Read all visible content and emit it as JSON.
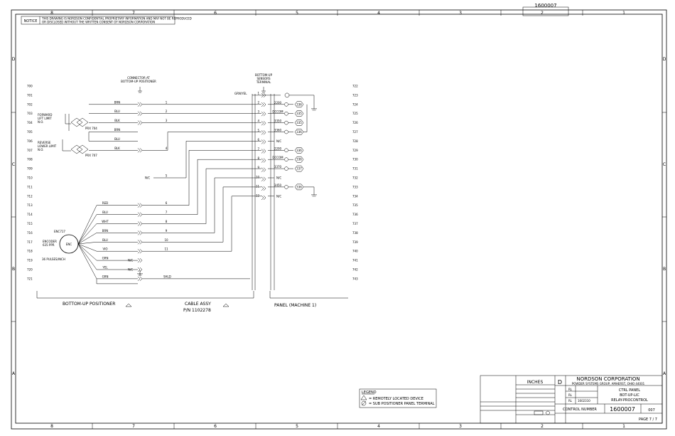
{
  "border": {
    "cols_top": [
      "8",
      "7",
      "6",
      "5",
      "4",
      "3",
      "2",
      "1"
    ],
    "cols_bottom": [
      "8",
      "7",
      "6",
      "5",
      "4",
      "3",
      "2",
      "1"
    ],
    "rows_left": [
      "D",
      "C",
      "B",
      "A"
    ],
    "rows_right": [
      "D",
      "C",
      "B",
      "A"
    ],
    "top_tab": "1600007"
  },
  "notice": {
    "label": "NOTICE",
    "text1": "THIS DRAWING IS NORDSON CONFIDENTIAL PROPRIETARY INFORMATION AND MAY NOT BE REPRODUCED",
    "text2": "OR DISCLOSED WITHOUT THE WRITTEN CONSENT OF NORDSON CORPORATION"
  },
  "line_numbers_left": [
    "700",
    "701",
    "702",
    "703",
    "704",
    "705",
    "706",
    "707",
    "708",
    "709",
    "710",
    "711",
    "712",
    "713",
    "714",
    "715",
    "716",
    "717",
    "718",
    "719",
    "720",
    "721"
  ],
  "line_numbers_right": [
    "722",
    "723",
    "724",
    "725",
    "726",
    "727",
    "728",
    "729",
    "730",
    "731",
    "732",
    "733",
    "734",
    "735",
    "736",
    "737",
    "738",
    "739",
    "740",
    "741",
    "742",
    "743"
  ],
  "connector_top": "CONNECTOR AT\nBOTTOM-UP POSITIONER",
  "terminal_top": "BOTTOM-UP\nSENSORS\nTERMINAL",
  "forward_limit": "FORWARD\nLIFT LIMIT\nN.O.",
  "reverse_limit": "REVERSE\nLOWER LIMIT\nN.O.",
  "prx704": "PRX 704",
  "prx707": "PRX 707",
  "grn_yel": "GRN/YEL",
  "wire_colors_top": [
    "BRN",
    "BLU",
    "BLK",
    "BRN",
    "BLU",
    "BLK"
  ],
  "wire_colors_enc": [
    "RED",
    "BLU",
    "WHT",
    "BRN",
    "BLU",
    "VIO",
    "GRN",
    "YEL",
    "GRN"
  ],
  "wire_nums_left": [
    "1",
    "2",
    "3",
    "4",
    "5",
    "6",
    "7",
    "8",
    "9",
    "10",
    "11"
  ],
  "terminal_nums": [
    "1",
    "2",
    "3",
    "4",
    "5",
    "6",
    "7",
    "8",
    "9",
    "10",
    "11",
    "12"
  ],
  "panel_labels": [
    "2200",
    "DCCOM",
    "3350",
    "3360",
    "",
    "2200",
    "DCCOM",
    "3370",
    "",
    "3450"
  ],
  "refs": [
    "336",
    "335",
    "335",
    "336",
    "336",
    "336",
    "337",
    "336"
  ],
  "nc": "N/C",
  "shld": "SHLD",
  "encoder": {
    "tag": "ENC717",
    "name": "ENCODER\n635 PPR",
    "body": "ENC",
    "pulses": "36 PULSES/INCH"
  },
  "bottom_labels": {
    "positioner": "BOTTOM-UP POSITIONER",
    "cable": "CABLE ASSY",
    "pn": "P/N 1102278",
    "panel": "PANEL (MACHINE 1)"
  },
  "legend": {
    "title": "LEGEND",
    "item1": "= REMOTELY LOCATED DEVICE",
    "item2": "= SUB POSITIONER PANEL TERMINAL"
  },
  "title_block": {
    "company": "NORDSON CORPORATION",
    "address": "POWDER SYSTEMS GROUP, AMHERST, OHIO 44001",
    "size": "D",
    "dims": "INCHES",
    "title1": "CTRL PANEL",
    "title2": "BOT-UP-LIC",
    "title3": "RELAY-PROCONTROL",
    "control_label": "CONTROL NUMBER",
    "number": "1600007",
    "sheet": "PAGE 7 / 7",
    "rev": "007",
    "initials": [
      "RL",
      "RL",
      "RL"
    ],
    "drawn_no": "1602310"
  }
}
